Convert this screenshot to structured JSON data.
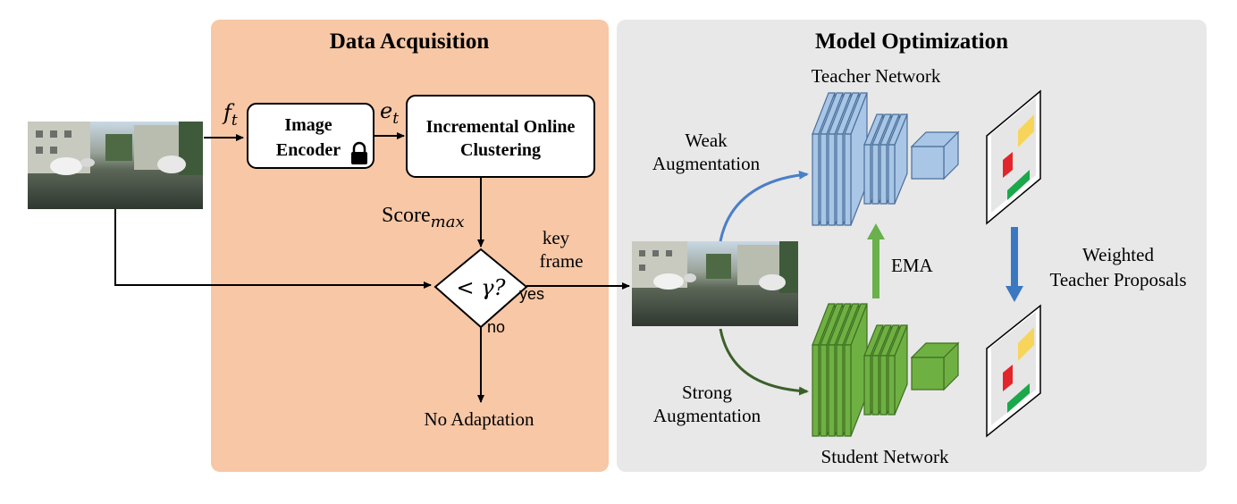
{
  "panels": {
    "data_acquisition": {
      "title": "Data Acquisition",
      "fill": "#f7c7a6"
    },
    "model_optimization": {
      "title": "Model Optimization",
      "fill": "#e8e8e8"
    }
  },
  "inputs": {
    "frame_label": "f",
    "frame_sub": "t",
    "embed_label": "e",
    "embed_sub": "t"
  },
  "boxes": {
    "encoder": {
      "line1": "Image",
      "line2": "Encoder",
      "lock_icon": "lock-icon"
    },
    "clustering": {
      "line1": "Incremental Online",
      "line2": "Clustering"
    }
  },
  "score": {
    "label": "Score",
    "sub": "max"
  },
  "decision": {
    "text": "< γ?",
    "yes": "yes",
    "no": "no"
  },
  "keyframe": {
    "line1": "key",
    "line2": "frame"
  },
  "no_adaptation": "No Adaptation",
  "teacher": {
    "label": "Teacher Network",
    "color": "#a9c6e6",
    "edge": "#4a6f99"
  },
  "student": {
    "label": "Student Network",
    "color": "#6fb043",
    "edge": "#3f6f22"
  },
  "weak_aug": {
    "line1": "Weak",
    "line2": "Augmentation",
    "color": "#4a7fc8"
  },
  "strong_aug": {
    "line1": "Strong",
    "line2": "Augmentation",
    "color": "#3c5f2a"
  },
  "ema": {
    "label": "EMA",
    "color": "#6ab04c"
  },
  "proposals": {
    "line1": "Weighted",
    "line2": "Teacher Proposals",
    "arrow_color": "#3a78c2"
  },
  "proposal_colors": {
    "yellow": "#f7d55b",
    "red": "#e3242b",
    "green": "#1aa84a"
  }
}
